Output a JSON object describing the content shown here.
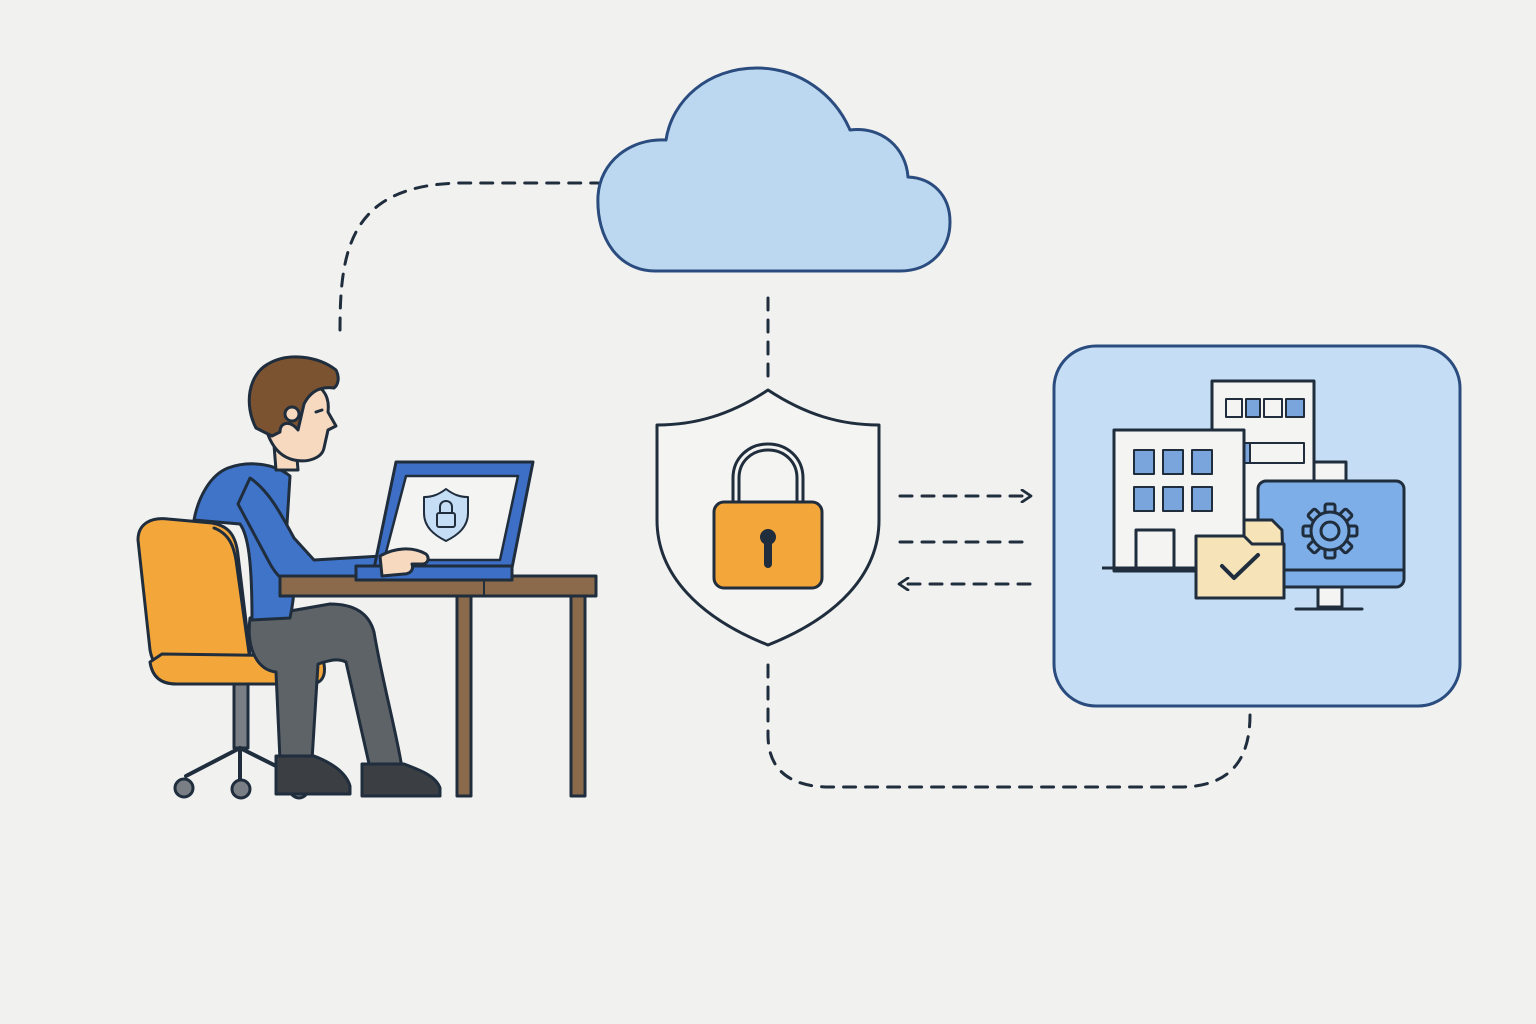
{
  "colors": {
    "background": "#f1f1f0",
    "outline": "#1f2d3d",
    "cloud_fill": "#bcd8f1",
    "panel_fill": "#c5def5",
    "panel_stroke": "#2b4c7e",
    "accent_orange": "#f3a73b",
    "shirt_blue": "#3f74c9",
    "laptop_blue": "#3d6fc6",
    "pants_gray": "#5e6368",
    "hair_brown": "#7b5330",
    "skin": "#f7d9c0",
    "desk_brown": "#8b6a4b",
    "monitor_blue": "#7eaee8",
    "folder_cream": "#f6e3b8",
    "window_blue": "#7aa4dc"
  },
  "icons": [
    "cloud-icon",
    "shield-lock-icon",
    "padlock-icon",
    "office-building-icon",
    "monitor-gear-icon",
    "folder-check-icon",
    "laptop-shield-icon",
    "person-at-desk-icon"
  ],
  "connections": [
    {
      "from": "user-workstation",
      "to": "cloud",
      "style": "dashed"
    },
    {
      "from": "cloud",
      "to": "security-shield",
      "style": "dashed"
    },
    {
      "from": "security-shield",
      "to": "enterprise-panel",
      "style": "dashed-arrow"
    },
    {
      "from": "security-shield",
      "to": "enterprise-panel",
      "style": "dashed"
    },
    {
      "from": "enterprise-panel",
      "to": "security-shield",
      "style": "dashed-arrow"
    },
    {
      "from": "security-shield",
      "to": "enterprise-panel",
      "style": "dashed",
      "route": "below"
    }
  ]
}
